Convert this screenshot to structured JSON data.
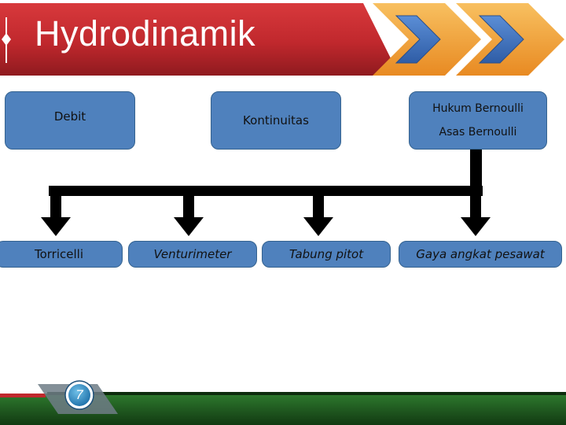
{
  "header": {
    "title": "Hydrodinamik"
  },
  "top_row": {
    "debit": "Debit",
    "kontinuitas": "Kontinuitas",
    "hukum_bernoulli": "Hukum Bernoulli",
    "asas_bernoulli": "Asas Bernoulli"
  },
  "bottom_row": {
    "torricelli": "Torricelli",
    "venturimeter": "Venturimeter",
    "tabung_pitot": "Tabung pitot",
    "gaya_angkat": "Gaya angkat pesawat"
  },
  "footer": {
    "page_number": "7"
  },
  "colors": {
    "banner_red": "#c0282d",
    "box_blue": "#4f81bd",
    "chevron_blue": "#3d6fb8",
    "chevron_orange": "#f2a33a",
    "footer_green": "#1f5a1f",
    "connector": "#000000"
  },
  "icons": {
    "chevrons": "double-chevron-right-icon",
    "title_mark": "vertical-line-icon",
    "page_badge": "page-number-badge"
  }
}
